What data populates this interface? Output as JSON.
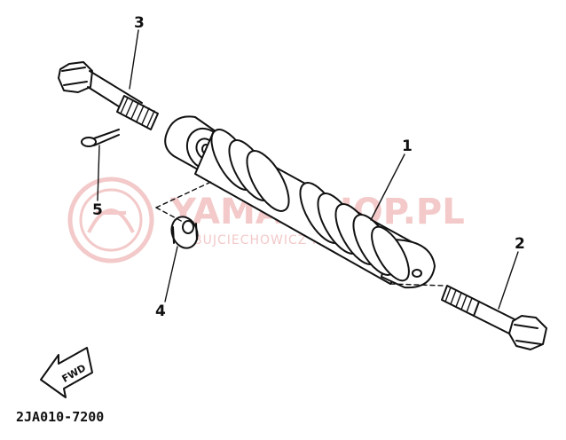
{
  "callouts": {
    "c1": "1",
    "c2": "2",
    "c3": "3",
    "c4": "4",
    "c5": "5"
  },
  "part_code": "2JA010-7200",
  "forward_label": "FWD",
  "watermark": {
    "main": "YAMA-SHOP.PL",
    "sub": "BUJCIECHOWICZ I ... YAMAHA",
    "color": "#f3c9c9"
  },
  "colors": {
    "ink": "#111111",
    "background": "#ffffff"
  }
}
